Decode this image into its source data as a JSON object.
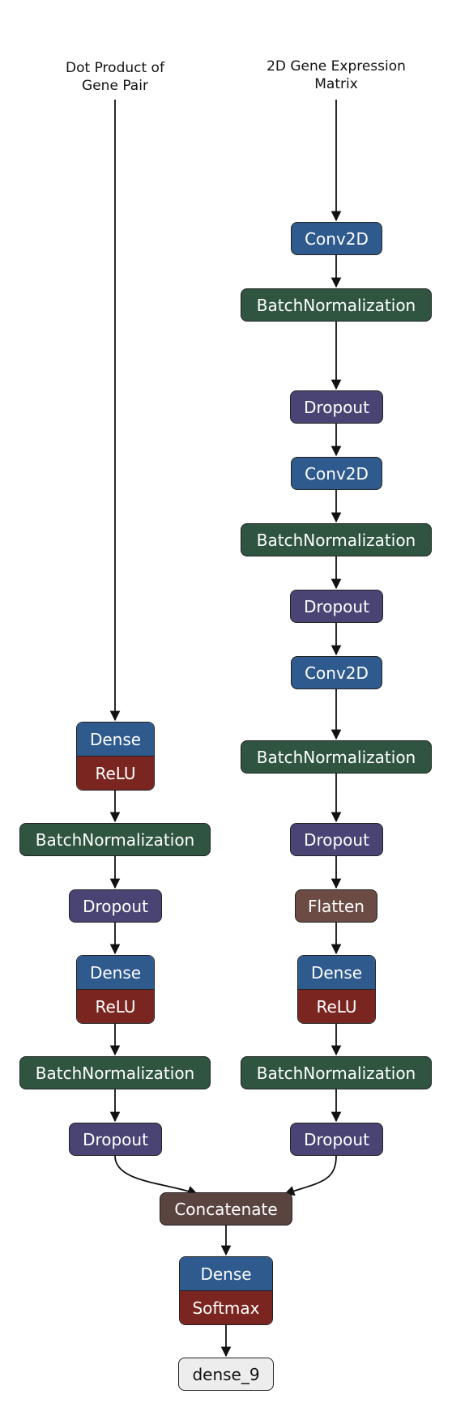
{
  "colors": {
    "dense": "#2f5a8e",
    "relu": "#7a2520",
    "batchnorm": "#2f5541",
    "dropout": "#4a4474",
    "conv2d": "#2f5a8e",
    "flatten": "#6b4b44",
    "concatenate": "#5a4440",
    "softmax": "#7a2520",
    "output": "#ededed",
    "edge": "#111111"
  },
  "inputs": {
    "left": "Dot Product of\nGene Pair",
    "right": "2D Gene Expression\nMatrix"
  },
  "left_branch": {
    "dense1": {
      "top": "Dense",
      "bottom": "ReLU"
    },
    "bn1": "BatchNormalization",
    "drop1": "Dropout",
    "dense2": {
      "top": "Dense",
      "bottom": "ReLU"
    },
    "bn2": "BatchNormalization",
    "drop2": "Dropout"
  },
  "right_branch": {
    "conv1": "Conv2D",
    "bn1": "BatchNormalization",
    "drop1": "Dropout",
    "conv2": "Conv2D",
    "bn2": "BatchNormalization",
    "drop2": "Dropout",
    "conv3": "Conv2D",
    "bn3": "BatchNormalization",
    "drop3": "Dropout",
    "flatten": "Flatten",
    "dense": {
      "top": "Dense",
      "bottom": "ReLU"
    },
    "bn4": "BatchNormalization",
    "drop4": "Dropout"
  },
  "merge": {
    "concatenate": "Concatenate",
    "dense": {
      "top": "Dense",
      "bottom": "Softmax"
    },
    "output": "dense_9"
  }
}
